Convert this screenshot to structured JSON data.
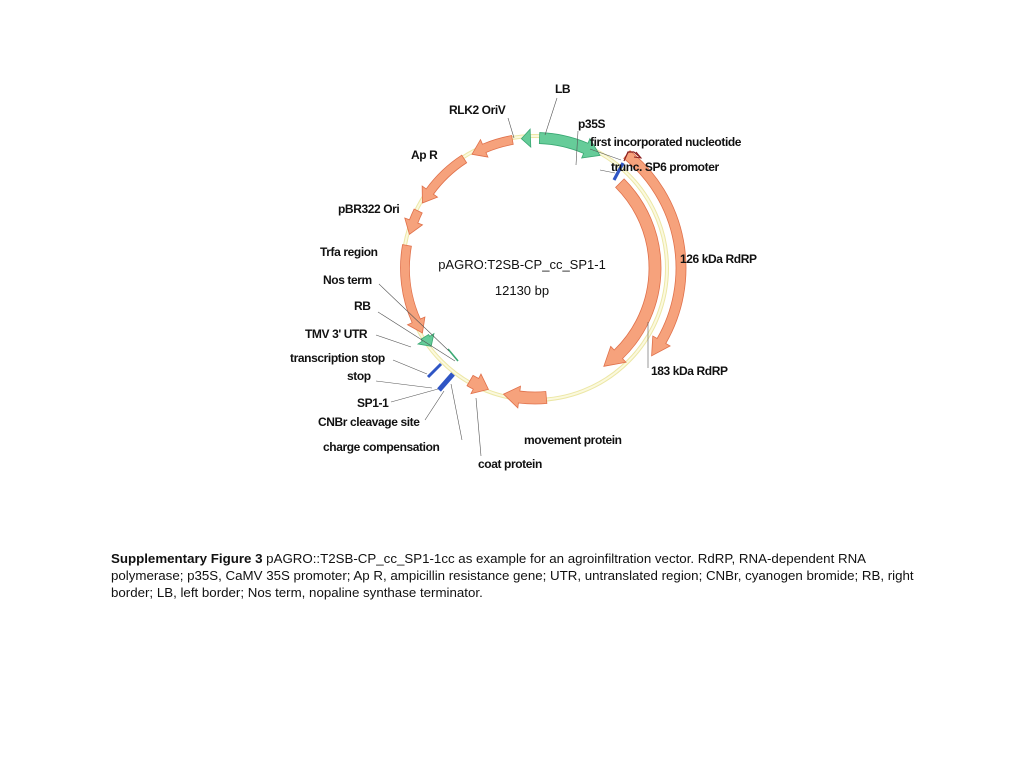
{
  "map": {
    "name": "pAGRO:T2SB-CP_cc_SP1-1",
    "size": "12130 bp",
    "colors": {
      "backbone": "#f3efb4",
      "orange": "#f6a27c",
      "orange_stroke": "#e0704a",
      "green": "#66cc99",
      "green_stroke": "#3aa873",
      "blue": "#2f55c4"
    },
    "labels": {
      "lb": "LB",
      "rlk2_oriv": "RLK2 OriV",
      "p35s": "p35S",
      "first_incorporated_nucleotide": "first incorporated nucleotide",
      "ap_r": "Ap R",
      "trunc_sp6_promoter": "trunc. SP6 promoter",
      "pbr322_ori": "pBR322 Ori",
      "trfa_region": "Trfa region",
      "rdrp_126": "126 kDa RdRP",
      "nos_term": "Nos term",
      "rb": "RB",
      "tmv_3_utr": "TMV 3' UTR",
      "transcription_stop": "transcription stop",
      "stop": "stop",
      "rdrp_183": "183 kDa RdRP",
      "sp1_1": "SP1-1",
      "cnbr_cleavage_site": "CNBr cleavage site",
      "movement_protein": "movement protein",
      "charge_compensation": "charge compensation",
      "coat_protein": "coat protein"
    }
  },
  "caption": {
    "heading": "Supplementary Figure 3",
    "text": " pAGRO::T2SB-CP_cc_SP1-1cc as example for an agroinfiltration vector. RdRP, RNA-dependent RNA polymerase; p35S, CaMV 35S promoter; Ap R, ampicillin resistance gene; UTR, untranslated region; CNBr, cyanogen bromide; RB, right border; LB, left border; Nos term, nopaline synthase terminator."
  }
}
